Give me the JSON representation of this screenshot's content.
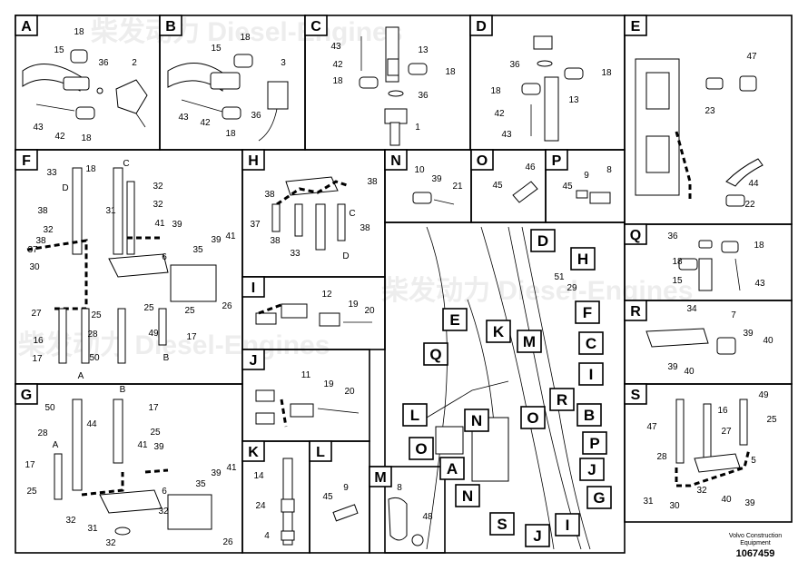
{
  "panels": [
    {
      "id": "A",
      "labels": [
        "18",
        "15",
        "36",
        "2",
        "43",
        "42",
        "18"
      ]
    },
    {
      "id": "B",
      "labels": [
        "18",
        "15",
        "3",
        "43",
        "42",
        "18",
        "36"
      ]
    },
    {
      "id": "C",
      "labels": [
        "43",
        "42",
        "18",
        "13",
        "18",
        "36",
        "1"
      ]
    },
    {
      "id": "D",
      "labels": [
        "36",
        "18",
        "18",
        "13",
        "42",
        "43"
      ]
    },
    {
      "id": "E",
      "labels": [
        "47",
        "23",
        "44",
        "22"
      ]
    },
    {
      "id": "F",
      "labels": [
        "33",
        "18",
        "C",
        "D",
        "32",
        "38",
        "31",
        "32",
        "32",
        "38",
        "41",
        "39",
        "37",
        "35",
        "6",
        "39",
        "41",
        "30",
        "26",
        "27",
        "25",
        "25",
        "25",
        "16",
        "28",
        "49",
        "17",
        "17",
        "50",
        "A",
        "B"
      ]
    },
    {
      "id": "G",
      "labels": [
        "B",
        "50",
        "17",
        "44",
        "25",
        "28",
        "41",
        "A",
        "39",
        "17",
        "6",
        "35",
        "39",
        "41",
        "25",
        "32",
        "32",
        "26",
        "31",
        "32"
      ]
    },
    {
      "id": "H",
      "labels": [
        "38",
        "38",
        "37",
        "C",
        "38",
        "38",
        "33",
        "D"
      ]
    },
    {
      "id": "I",
      "labels": [
        "12",
        "19",
        "20"
      ]
    },
    {
      "id": "J",
      "labels": [
        "11",
        "19",
        "20"
      ]
    },
    {
      "id": "K",
      "labels": [
        "14",
        "24",
        "4"
      ]
    },
    {
      "id": "L",
      "labels": [
        "9",
        "45"
      ]
    },
    {
      "id": "M",
      "labels": [
        "8",
        "48"
      ]
    },
    {
      "id": "N",
      "labels": [
        "10",
        "39",
        "21"
      ]
    },
    {
      "id": "O",
      "labels": [
        "46",
        "45"
      ]
    },
    {
      "id": "P",
      "labels": [
        "9",
        "8",
        "45"
      ]
    },
    {
      "id": "Q",
      "labels": [
        "36",
        "18",
        "18",
        "15",
        "43"
      ]
    },
    {
      "id": "R",
      "labels": [
        "34",
        "7",
        "39",
        "40",
        "39",
        "40"
      ]
    },
    {
      "id": "S",
      "labels": [
        "49",
        "16",
        "47",
        "25",
        "27",
        "28",
        "5",
        "32",
        "31",
        "30",
        "40",
        "39"
      ]
    }
  ],
  "overview": {
    "numbers": [
      "51",
      "29"
    ],
    "callouts": [
      "D",
      "H",
      "F",
      "E",
      "K",
      "M",
      "C",
      "Q",
      "I",
      "R",
      "B",
      "L",
      "N",
      "O",
      "P",
      "O",
      "A",
      "J",
      "N",
      "G",
      "S",
      "J",
      "I"
    ]
  },
  "footer": {
    "brand_line1": "Volvo Construction",
    "brand_line2": "Equipment",
    "drawing_number": "1067459"
  },
  "watermark": {
    "text": "柴发动力 Diesel-Engines"
  }
}
